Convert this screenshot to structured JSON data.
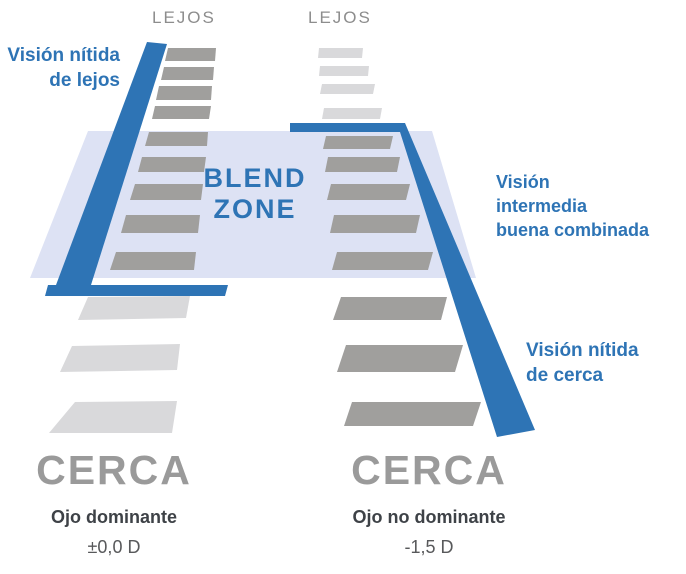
{
  "colors": {
    "accent_blue": "#2E74B5",
    "blend_zone_fill": "#DDE2F4",
    "rung_dark": "#A09F9D",
    "rung_light": "#D9D9DB",
    "far_label_gray": "#8D8D8D",
    "near_title_gray": "#9A9A9A",
    "eye_label_dark": "#3E4247",
    "diopter_gray": "#58595B"
  },
  "left_track": {
    "far_label": "LEJOS",
    "near_label": "CERCA",
    "eye_label": "Ojo dominante",
    "diopter_value": "±0,0 D"
  },
  "right_track": {
    "far_label": "LEJOS",
    "near_label": "CERCA",
    "eye_label": "Ojo no dominante",
    "diopter_value": "-1,5 D"
  },
  "annotations": {
    "far_vision": {
      "line1": "Visión nítida",
      "line2": "de lejos"
    },
    "blend_zone": {
      "line1": "BLEND",
      "line2": "ZONE"
    },
    "intermediate_vision": {
      "line1": "Visión",
      "line2": "intermedia",
      "line3": "buena combinada"
    },
    "near_vision": {
      "line1": "Visión nítida",
      "line2": "de cerca"
    }
  }
}
